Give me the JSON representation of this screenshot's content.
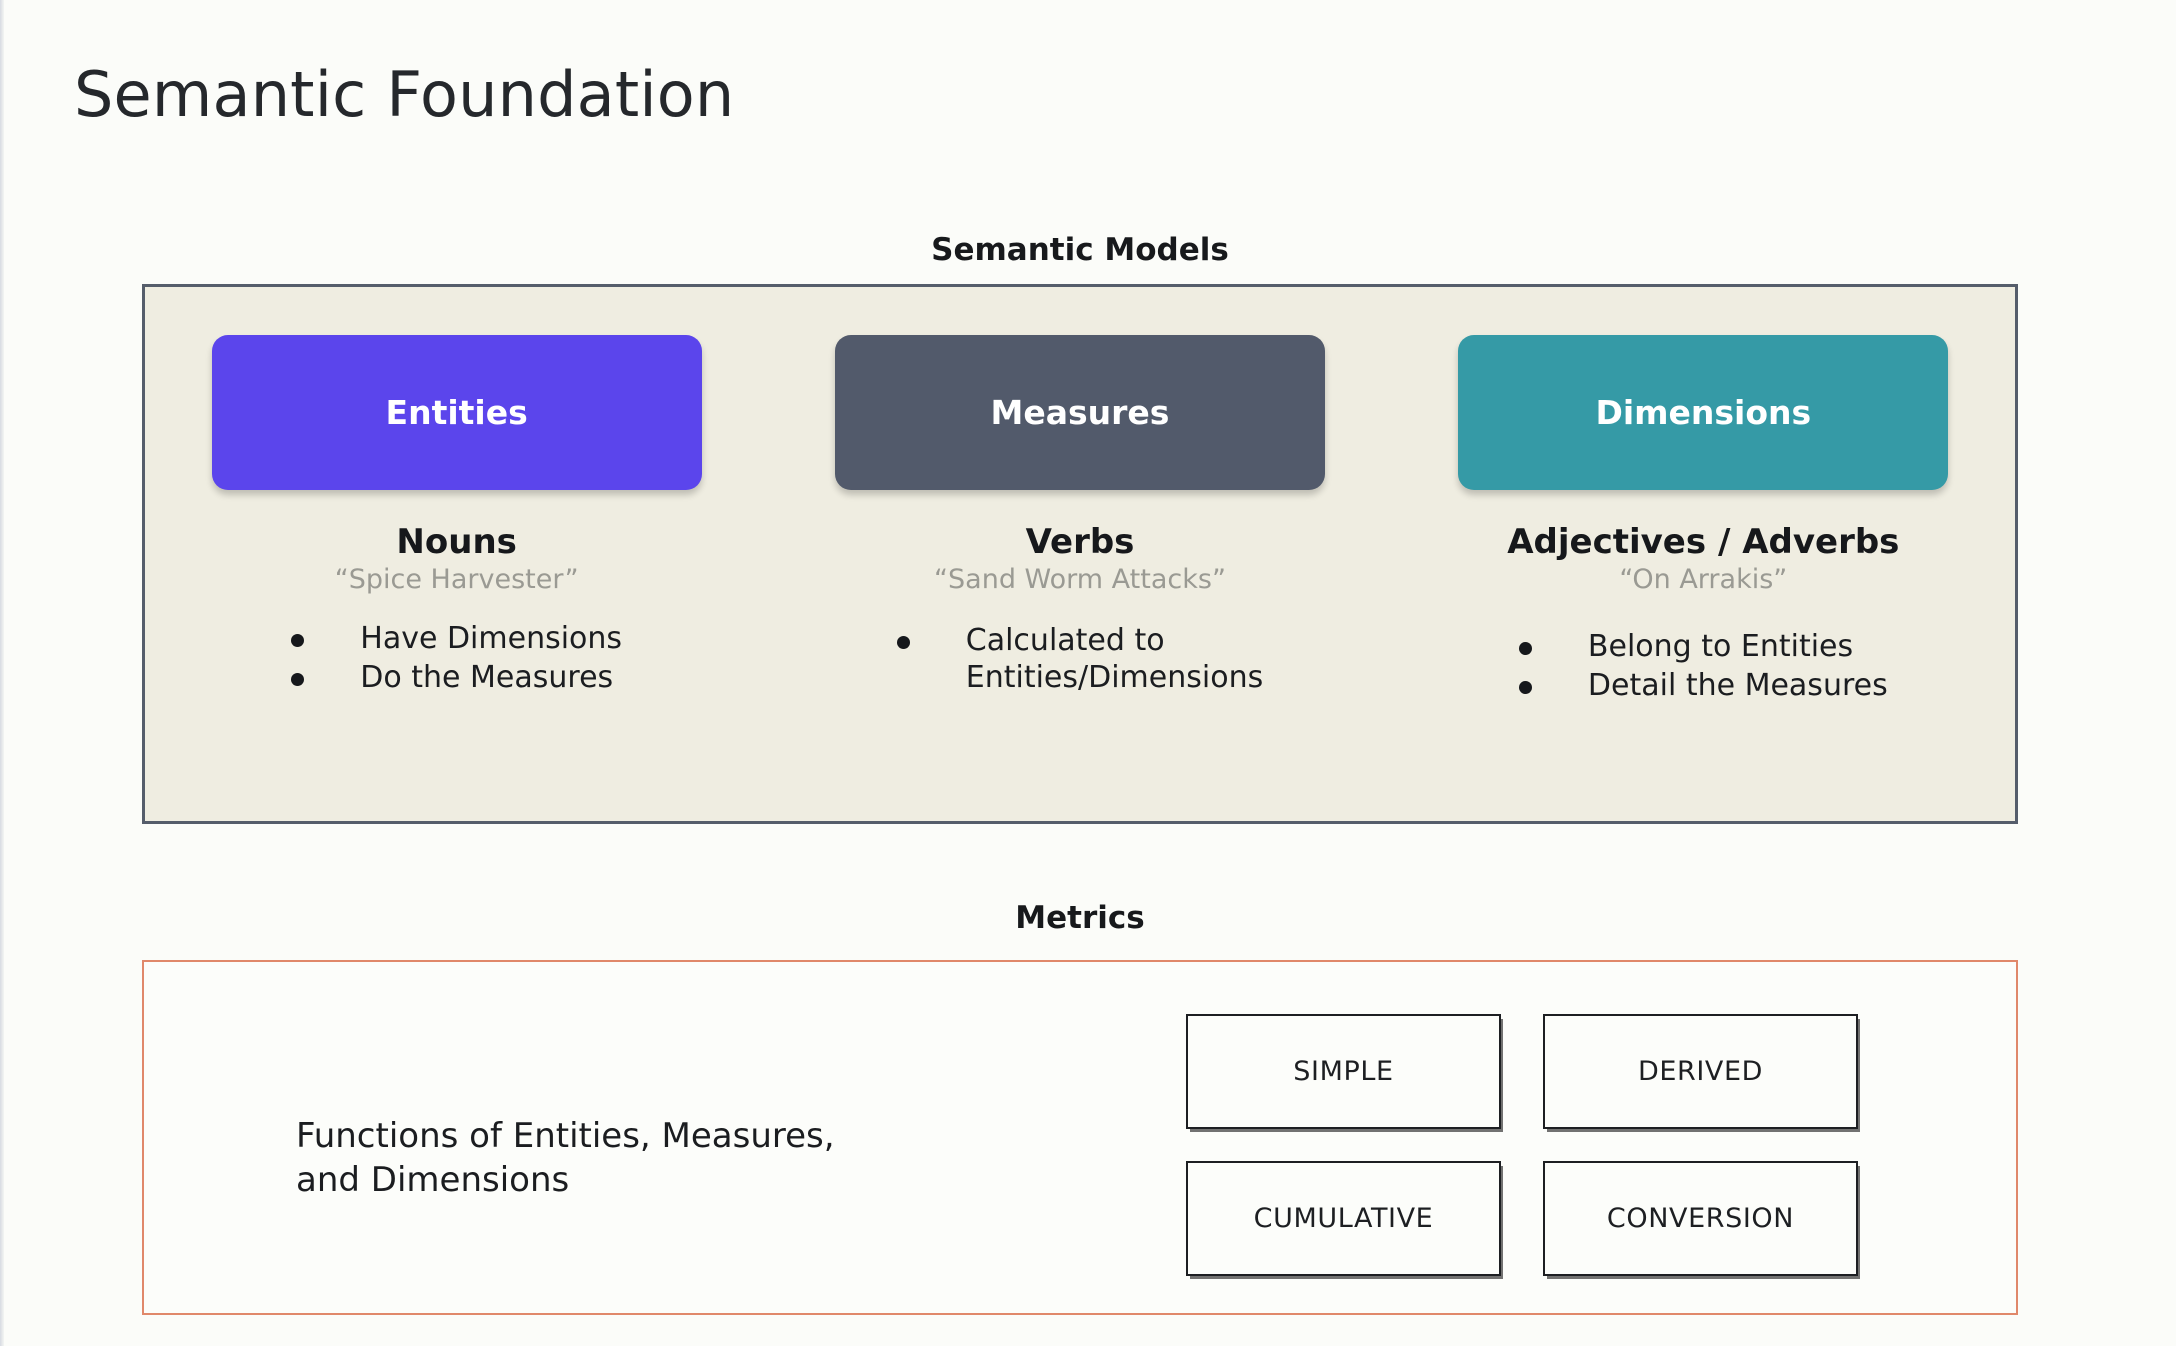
{
  "slide": {
    "title": "Semantic Foundation",
    "background_color": "#FBFCF9"
  },
  "semantic_models": {
    "caption": "Semantic Models",
    "panel_bg": "#EFEDE1",
    "panel_border": "#555D6B",
    "columns": [
      {
        "pill_label": "Entities",
        "pill_color": "#5B45EC",
        "part_of_speech": "Nouns",
        "example": "“Spice Harvester”",
        "bullets": [
          "Have Dimensions",
          "Do the Measures"
        ]
      },
      {
        "pill_label": "Measures",
        "pill_color": "#525A6B",
        "part_of_speech": "Verbs",
        "example": "“Sand Worm Attacks”",
        "bullets": [
          "Calculated to\nEntities/Dimensions"
        ]
      },
      {
        "pill_label": "Dimensions",
        "pill_color": "#359AA6",
        "part_of_speech": "Adjectives / Adverbs",
        "example": "“On Arrakis”",
        "bullets": [
          "Belong to Entities",
          "Detail the Measures"
        ]
      }
    ]
  },
  "metrics": {
    "caption": "Metrics",
    "panel_border": "#E0886A",
    "description": "Functions of Entities, Measures,\nand Dimensions",
    "types": [
      "SIMPLE",
      "DERIVED",
      "CUMULATIVE",
      "CONVERSION"
    ]
  }
}
